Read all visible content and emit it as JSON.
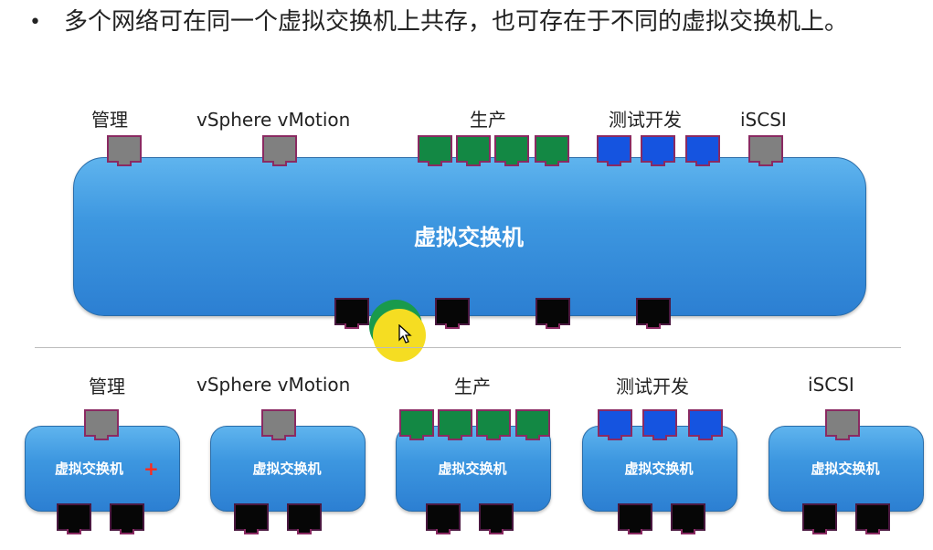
{
  "bullet": {
    "marker": "•",
    "text": "多个网络可在同一个虚拟交换机上共存，也可存在于不同的虚拟交换机上。"
  },
  "top_diagram": {
    "labels": {
      "mgmt": "管理",
      "vmotion": "vSphere vMotion",
      "production": "生产",
      "testdev": "测试开发",
      "iscsi": "iSCSI"
    },
    "switch_label": "虚拟交换机"
  },
  "bottom_diagram": {
    "labels": {
      "mgmt": "管理",
      "vmotion": "vSphere vMotion",
      "production": "生产",
      "testdev": "测试开发",
      "iscsi": "iSCSI"
    },
    "switch_labels": [
      "虚拟交换机",
      "虚拟交换机",
      "虚拟交换机",
      "虚拟交换机",
      "虚拟交换机"
    ],
    "plus_mark": "+"
  },
  "colors": {
    "switch_blue": "#3d97e0",
    "port_gray": "#808080",
    "port_green": "#138844",
    "port_blue": "#1554e0",
    "port_black": "#060606",
    "cursor_highlight": "#f5dd22"
  },
  "icons": {
    "cursor": "mouse-pointer-icon"
  }
}
